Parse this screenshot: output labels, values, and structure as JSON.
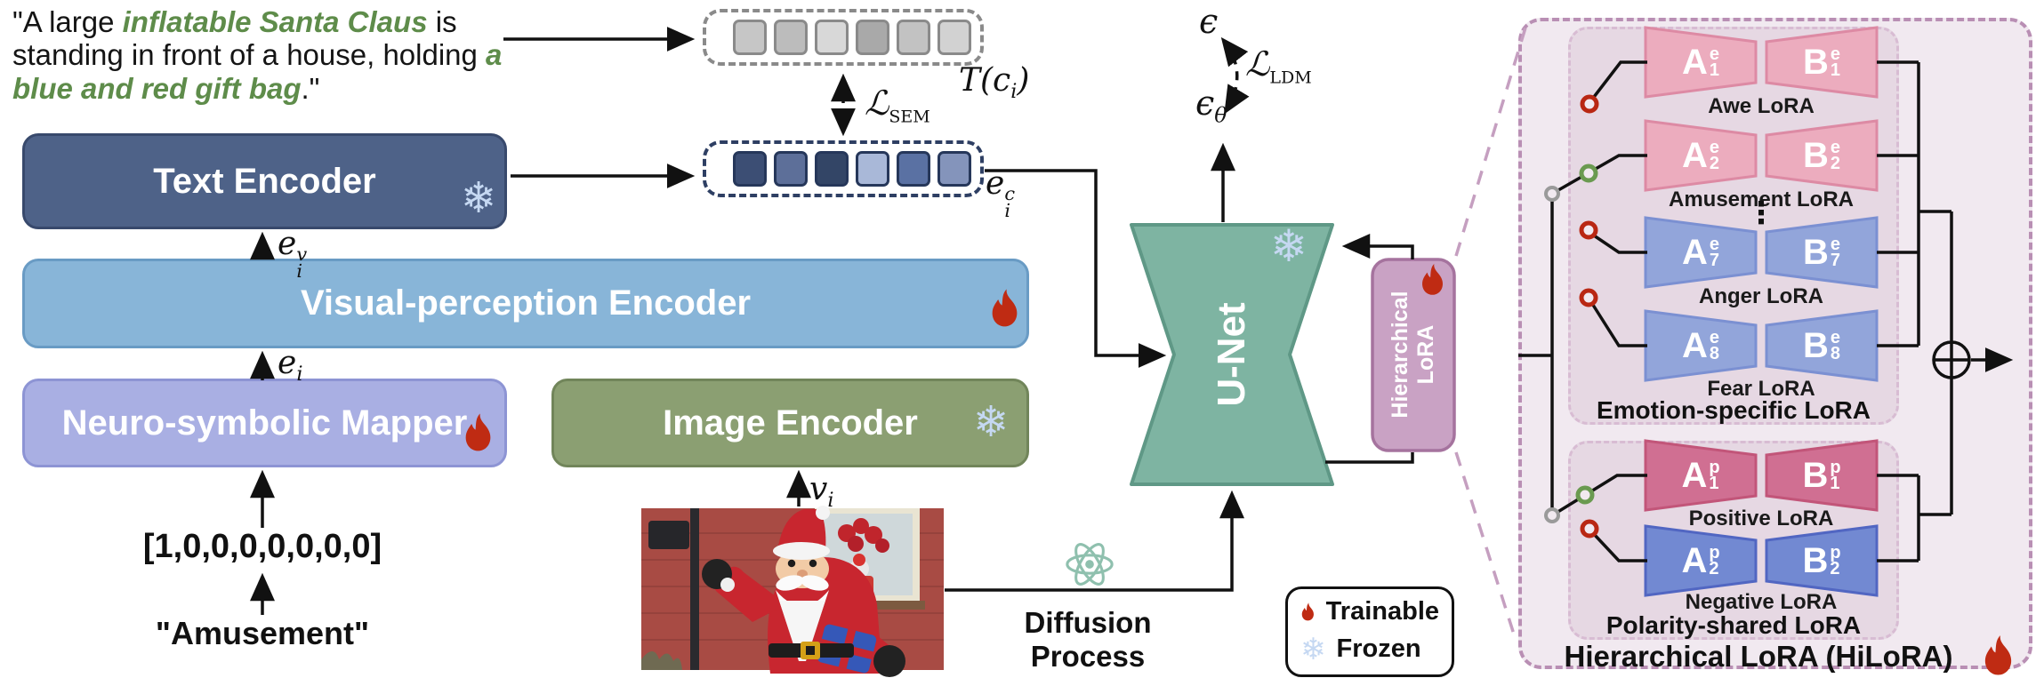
{
  "quote": {
    "p1": "\"A large ",
    "p2": "inflatable Santa Claus",
    "p3": " is standing in front of a house, holding ",
    "p4": "a blue and red gift bag",
    "p5": ".\""
  },
  "boxes": {
    "text_encoder": "Text Encoder",
    "visual_encoder": "Visual-perception Encoder",
    "mapper": "Neuro-symbolic Mapper",
    "image_encoder": "Image Encoder",
    "unet": "U-Net",
    "hilora_line1": "Hierarchical",
    "hilora_line2": "LoRA"
  },
  "inputs": {
    "onehot": "[1,0,0,0,0,0,0,0]",
    "emotion_word": "\"Amusement\"",
    "diffusion": "Diffusion Process"
  },
  "math": {
    "t_ci": {
      "pre": "T(c",
      "sub": "i",
      "post": ")"
    },
    "l_sem": {
      "base": "ℒ",
      "sub": "SEM"
    },
    "l_ldm": {
      "base": "ℒ",
      "sub": "LDM"
    },
    "eps": "ϵ",
    "eps_theta": {
      "base": "ϵ",
      "sub": "θ"
    },
    "e_i_v": {
      "base": "e",
      "sub": "i",
      "sup": "v"
    },
    "e_i": {
      "base": "e",
      "sub": "i"
    },
    "v_i": {
      "base": "v",
      "sub": "i"
    },
    "e_i_c": {
      "base": "e",
      "sub": "i",
      "sup": "c"
    }
  },
  "legend": {
    "trainable": "Trainable",
    "frozen": "Frozen"
  },
  "icons": {
    "snowflake": "❄",
    "dots": "⋮"
  },
  "panel": {
    "emotion": {
      "title": "Emotion-specific LoRA",
      "rows": [
        {
          "a": "A",
          "b": "B",
          "sup": "e",
          "sub": "1",
          "label": "Awe LoRA",
          "switch": "open-red",
          "color": "pink"
        },
        {
          "a": "A",
          "b": "B",
          "sup": "e",
          "sub": "2",
          "label": "Amusement LoRA",
          "switch": "closed-green",
          "color": "pink"
        },
        {
          "a": "A",
          "b": "B",
          "sup": "e",
          "sub": "7",
          "label": "Anger LoRA",
          "switch": "open-red",
          "color": "blue"
        },
        {
          "a": "A",
          "b": "B",
          "sup": "e",
          "sub": "8",
          "label": "Fear LoRA",
          "switch": "open-red",
          "color": "blue"
        }
      ]
    },
    "polarity": {
      "title": "Polarity-shared LoRA",
      "rows": [
        {
          "a": "A",
          "b": "B",
          "sup": "p",
          "sub": "1",
          "label": "Positive LoRA",
          "switch": "closed-green",
          "color": "rose"
        },
        {
          "a": "A",
          "b": "B",
          "sup": "p",
          "sub": "2",
          "label": "Negative LoRA",
          "switch": "open-red",
          "color": "royal"
        }
      ]
    },
    "title": "Hierarchical LoRA (HiLoRA)"
  },
  "colors": {
    "quote_green": "#5e8c4a",
    "text_encoder": "#4e6288",
    "visual_encoder": "#88b5d8",
    "mapper": "#a9afe3",
    "image_encoder": "#8b9f72",
    "unet": "#7eb4a2",
    "lora_box": "#c9a2c4",
    "flame": "#bf2b13",
    "snowflake": "#c5d8f2",
    "atom": "#8fc0ae",
    "panel_bg": "#f1e9f0",
    "panel_border": "#b98fb4",
    "inner_panel_bg": "#e6d8e3",
    "emotion_pink": "#ecacbe",
    "emotion_blue": "#92a5da",
    "polarity_rose": "#d06f92",
    "polarity_royal": "#7289d2",
    "tokens_gray": [
      "#c6c6c6",
      "#bcbcbc",
      "#d8d8d8",
      "#a9a9a9",
      "#c2c2c2",
      "#d2d2d2"
    ],
    "tokens_blue": [
      "#3c4e74",
      "#5d6f99",
      "#334566",
      "#a9b8d8",
      "#5a71a3",
      "#8494bb"
    ]
  }
}
